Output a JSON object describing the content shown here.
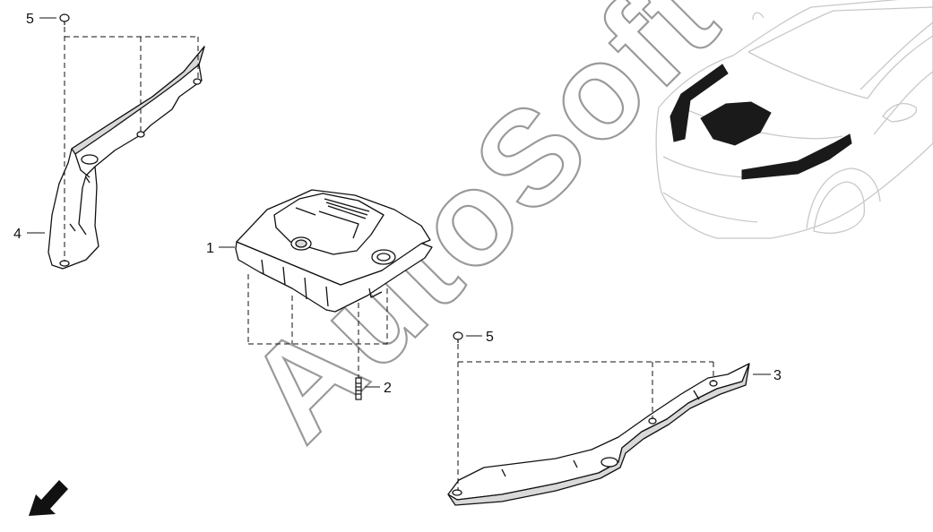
{
  "callouts": {
    "part_1": "1",
    "part_2": "2",
    "part_3": "3",
    "part_4": "4",
    "part_5_top": "5",
    "part_5_lower": "5"
  },
  "watermark": {
    "text": "AutoSoft"
  },
  "colors": {
    "line": "#111111",
    "car_outline": "#c8c8c8",
    "highlight_fill": "#1a1a1a",
    "part_fill": "#ffffff",
    "shadow_fill": "#d9d9d9",
    "watermark_stroke": "#9a9a9a"
  },
  "icons": {
    "front_direction": "arrow-down-left-icon"
  }
}
